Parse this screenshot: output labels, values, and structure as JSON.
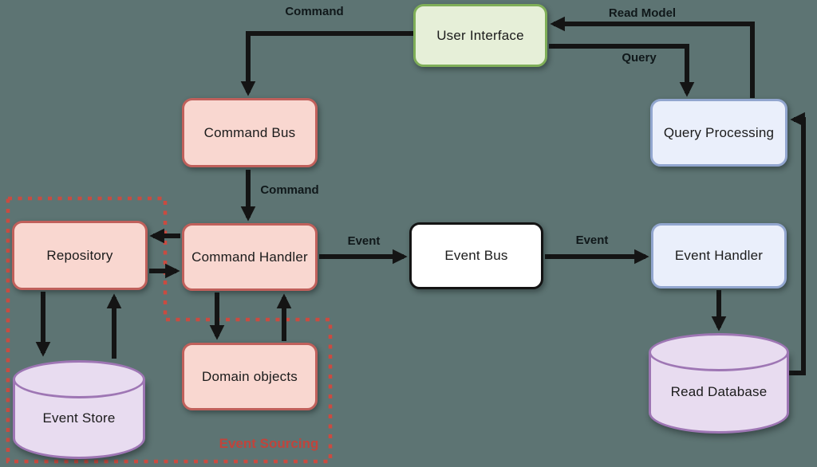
{
  "diagram": {
    "nodes": {
      "user_interface": {
        "label": "User Interface"
      },
      "command_bus": {
        "label": "Command Bus"
      },
      "query_processing": {
        "label": "Query Processing"
      },
      "repository": {
        "label": "Repository"
      },
      "command_handler": {
        "label": "Command Handler"
      },
      "event_bus": {
        "label": "Event Bus"
      },
      "event_handler": {
        "label": "Event Handler"
      },
      "domain_objects": {
        "label": "Domain objects"
      },
      "event_store": {
        "label": "Event Store"
      },
      "read_database": {
        "label": "Read Database"
      }
    },
    "edges": [
      {
        "from": "User Interface",
        "to": "Command Bus",
        "label": "Command"
      },
      {
        "from": "Command Bus",
        "to": "Command Handler",
        "label": "Command"
      },
      {
        "from": "Command Handler",
        "to": "Event Bus",
        "label": "Event"
      },
      {
        "from": "Event Bus",
        "to": "Event Handler",
        "label": "Event"
      },
      {
        "from": "Query Processing",
        "to": "User Interface",
        "label": "Read Model"
      },
      {
        "from": "User Interface",
        "to": "Query Processing",
        "label": "Query"
      },
      {
        "from": "Event Handler",
        "to": "Read Database",
        "label": ""
      },
      {
        "from": "Read Database",
        "to": "Query Processing",
        "label": ""
      },
      {
        "from": "Command Handler",
        "to": "Repository",
        "label": ""
      },
      {
        "from": "Repository",
        "to": "Command Handler",
        "label": ""
      },
      {
        "from": "Repository",
        "to": "Event Store",
        "label": ""
      },
      {
        "from": "Event Store",
        "to": "Repository",
        "label": ""
      },
      {
        "from": "Command Handler",
        "to": "Domain objects",
        "label": ""
      },
      {
        "from": "Domain objects",
        "to": "Command Handler",
        "label": ""
      }
    ],
    "group": {
      "label": "Event Sourcing"
    },
    "colors": {
      "background": "#5d7473",
      "green_fill": "#e6efd8",
      "green_border": "#7fae58",
      "pink_fill": "#f9d7d0",
      "pink_border": "#c0605b",
      "blue_fill": "#eaeffb",
      "blue_border": "#92a6cf",
      "white_fill": "#ffffff",
      "line_black": "#141414",
      "purple_fill": "#e8dcf0",
      "purple_border": "#9e76b4",
      "dashed_boundary_red": "#c94b41",
      "group_label_red": "#c0443c"
    }
  }
}
